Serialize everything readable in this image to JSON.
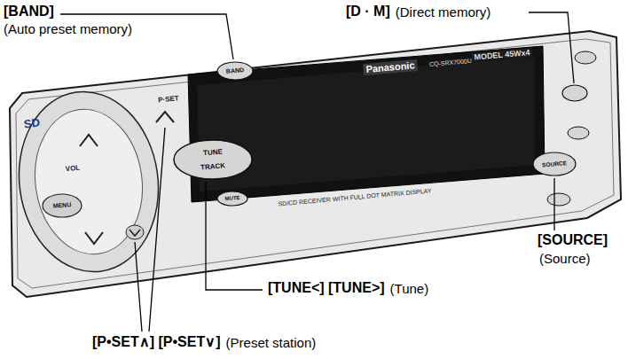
{
  "diagram": {
    "labels": [
      "[BAND]",
      "(Auto preset memory)",
      "[D · M]",
      "(Direct memory)",
      "[SOURCE]",
      "(Source)",
      "[TUNE<] [TUNE>]",
      "(Tune)",
      "[P•SET∧] [P•SET∨]",
      "(Preset station)",
      "Panasonic",
      "CQ-SRX7000U",
      "MODEL 45Wx4",
      "SD/CD RECEIVER WITH FULL DOT MATRIX DISPLAY",
      "VOL",
      "P·SET",
      "TUNE",
      "TRACK",
      "MUTE",
      "MENU",
      "BAND",
      "SOURCE",
      "SD"
    ]
  }
}
